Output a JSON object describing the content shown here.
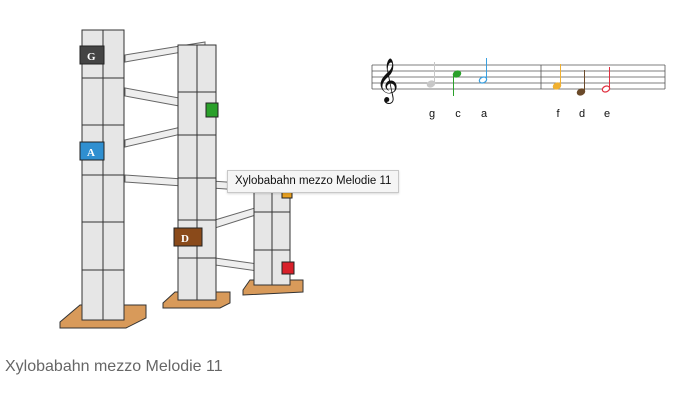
{
  "image": {
    "title": "Xylobabahn mezzo Melodie 11",
    "block_labels": [
      "G",
      "A",
      "D"
    ],
    "block_colors": {
      "G": "#444444",
      "A": "#2f8fd0",
      "D": "#8a4a1a",
      "green": "#2aa02a",
      "orange": "#e8a020",
      "red": "#d8202a"
    }
  },
  "melody": {
    "notes": [
      {
        "name": "g",
        "color": "#c8c8c8"
      },
      {
        "name": "c",
        "color": "#2aa02a"
      },
      {
        "name": "a",
        "color": "#3aa0e0"
      },
      {
        "name": "f",
        "color": "#f0b030"
      },
      {
        "name": "d",
        "color": "#6b4a2a"
      },
      {
        "name": "e",
        "color": "#e03040"
      }
    ]
  },
  "tooltip": {
    "text": "Xylobabahn mezzo Melodie 11"
  },
  "caption": {
    "text": "Xylobabahn mezzo Melodie 11"
  }
}
